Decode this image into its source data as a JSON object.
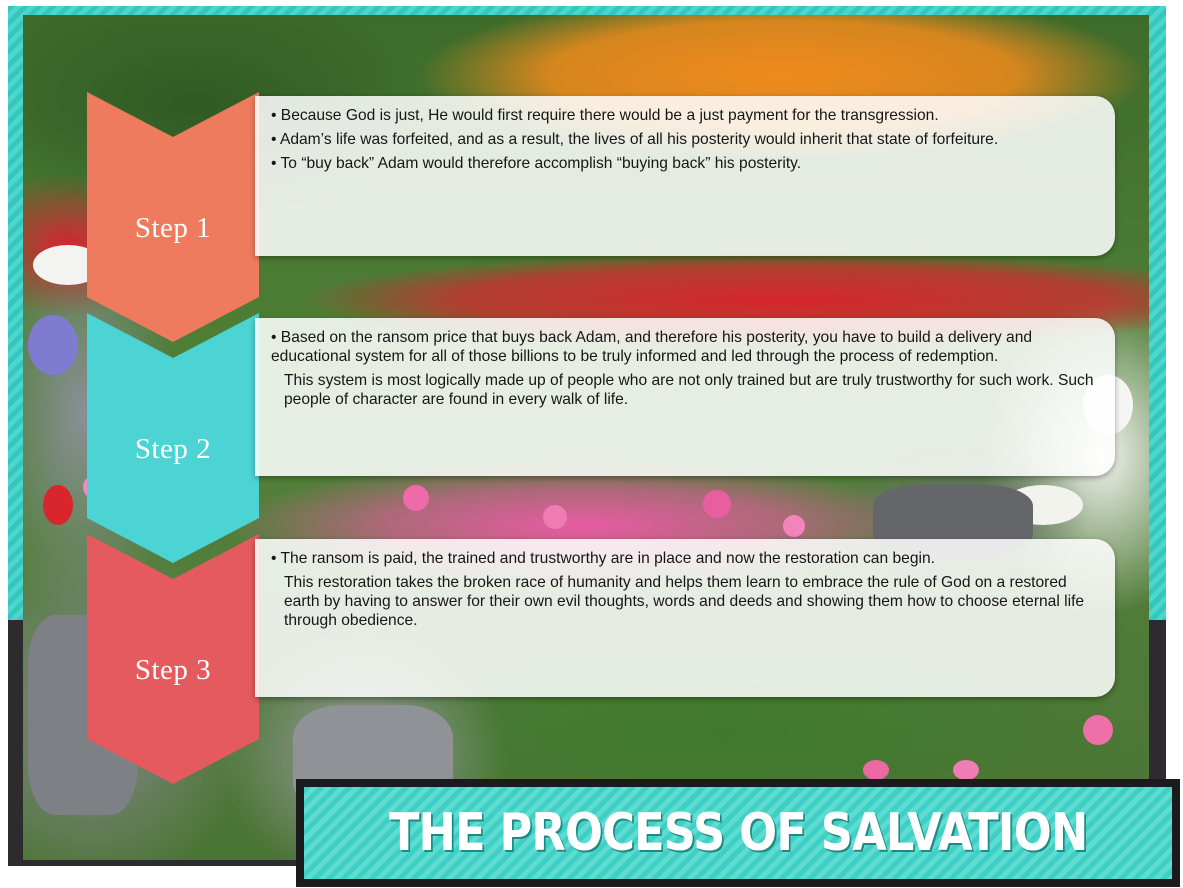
{
  "title": "THE PROCESS OF SALVATION",
  "colors": {
    "frame_teal": "#33c7bd",
    "frame_dark": "#2d2b2e",
    "step1": "#ef7b5e",
    "step2": "#4cd3d3",
    "step3": "#e55a5e"
  },
  "steps": [
    {
      "label": "Step 1",
      "points": [
        "Because God is just, He would first require there would be a just payment for the transgression.",
        "Adam’s life was forfeited, and as a result, the lives of all his posterity would inherit that state of forfeiture.",
        "To “buy back” Adam would therefore accomplish “buying back” his posterity."
      ]
    },
    {
      "label": "Step 2",
      "points": [
        "Based on the ransom price that buys back Adam, and therefore his posterity, you have to build a delivery and educational system for all of those billions to be truly informed and led through the process of redemption."
      ],
      "continuation": "This system is most logically made up of people who are not only trained but are truly trustworthy for such work. Such people of character are found in every walk of life."
    },
    {
      "label": "Step 3",
      "points": [
        "The ransom is paid, the trained and trustworthy are in place and now the restoration can begin."
      ],
      "continuation": "This restoration takes the broken race of humanity and helps them learn to embrace the rule of God on a restored earth by having to answer for their own evil thoughts, words and deeds and showing them how to choose eternal life through obedience."
    }
  ]
}
